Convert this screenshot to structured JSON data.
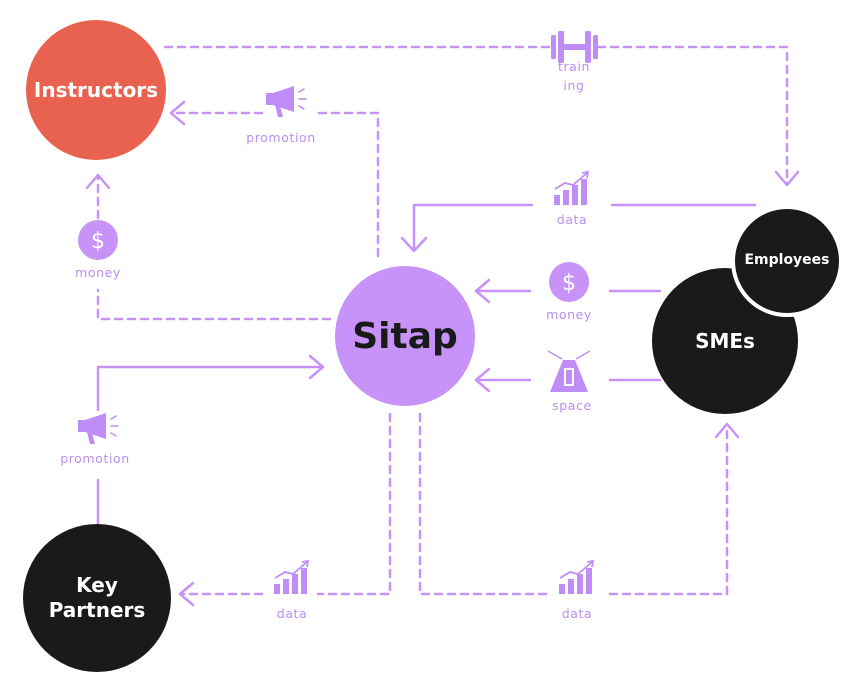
{
  "nodes": {
    "instructors": {
      "label": "Instructors",
      "fill": "#e8624f"
    },
    "sitap": {
      "label": "Sitap",
      "fill": "#c793f8"
    },
    "smes": {
      "label": "SMEs",
      "fill": "#1a1a1a"
    },
    "employees": {
      "label": "Employees",
      "fill": "#1a1a1a"
    },
    "key_partners": {
      "label": "Key\nPartners",
      "fill": "#1a1a1a"
    }
  },
  "flows": {
    "training": {
      "line1": "train",
      "line2": "ing",
      "icon": "dumbbell-icon"
    },
    "promotion_top": {
      "label": "promotion",
      "icon": "megaphone-icon"
    },
    "data_smes_to_sitap": {
      "label": "data",
      "icon": "chart-icon"
    },
    "money_left": {
      "label": "money",
      "icon": "dollar-icon"
    },
    "money_right": {
      "label": "money",
      "icon": "dollar-icon"
    },
    "space": {
      "label": "space",
      "icon": "spotlight-icon"
    },
    "promotion_left": {
      "label": "promotion",
      "icon": "megaphone-icon"
    },
    "data_to_partners": {
      "label": "data",
      "icon": "chart-icon"
    },
    "data_to_smes": {
      "label": "data",
      "icon": "chart-icon"
    }
  },
  "colors": {
    "accent": "#c793f8",
    "label": "#b98ff0",
    "icon": "#c08cf6"
  }
}
